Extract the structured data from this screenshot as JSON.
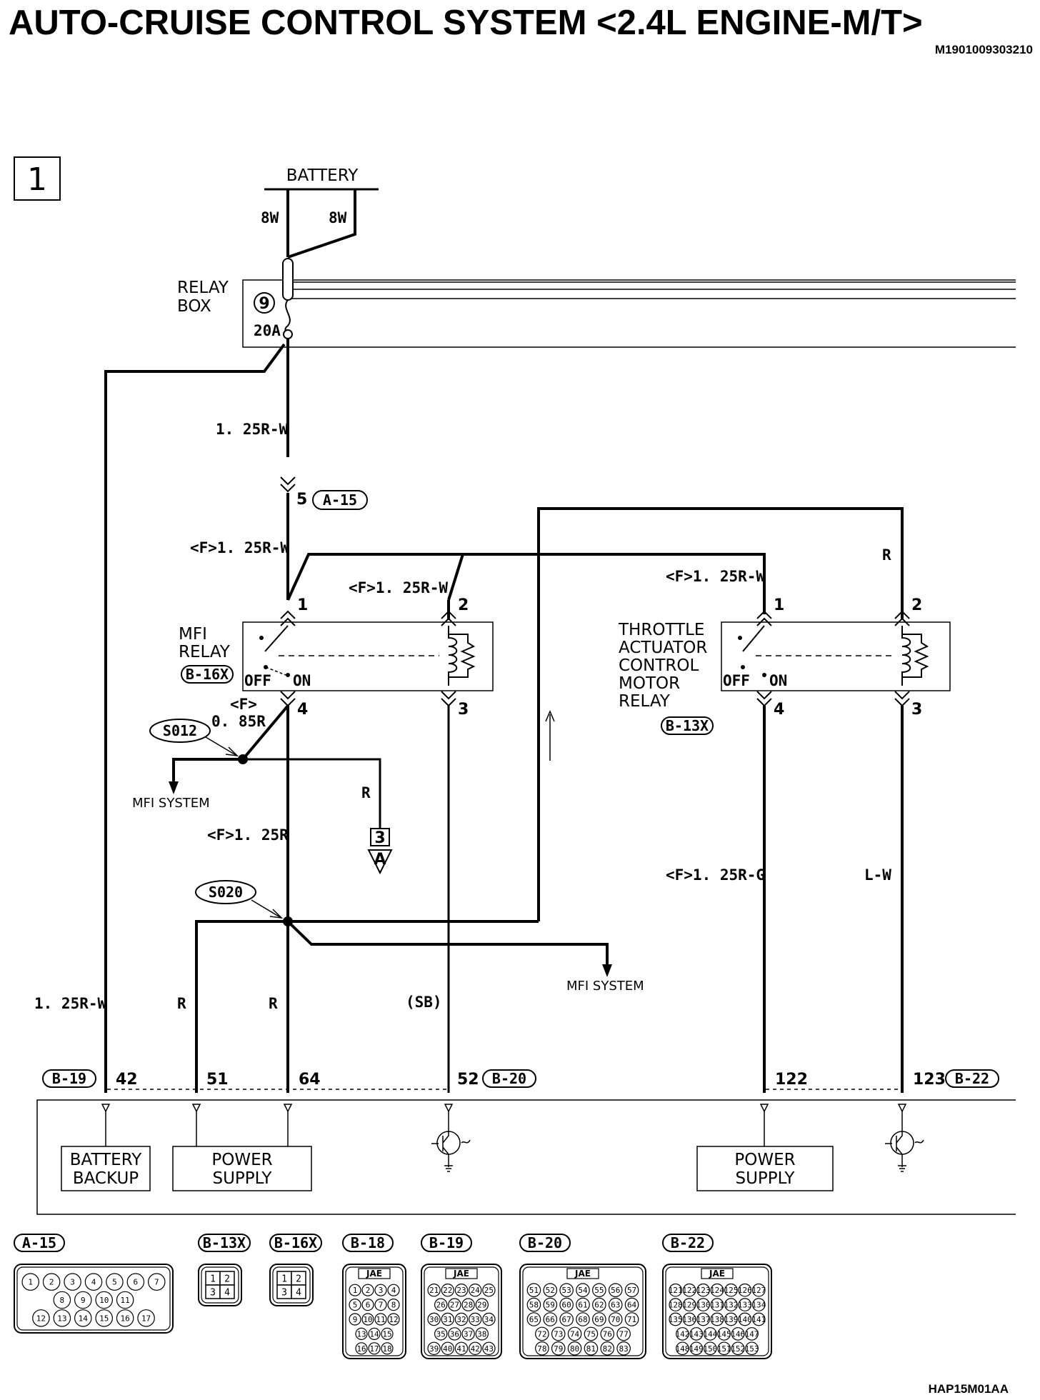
{
  "title": "AUTO-CRUISE CONTROL SYSTEM <2.4L ENGINE-M/T>",
  "doc_id": "M1901009303210",
  "page_number": "1",
  "footer_code": "HAP15M01AA",
  "battery": {
    "label": "BATTERY",
    "wire_left": "8W",
    "wire_right": "8W"
  },
  "relay_box": {
    "label_line1": "RELAY",
    "label_line2": "BOX",
    "fuse_number": "9",
    "fuse_rating": "20A"
  },
  "wires": {
    "main": "1. 25R-W",
    "main_pin": "5",
    "main_connector": "A-15",
    "mfi_pin1_wire": "<F>1. 25R-W",
    "mfi_pin2_wire": "<F>1. 25R-W",
    "throttle_pin1_wire": "<F>1. 25R-W",
    "throttle_pin2_wire": "R",
    "s012_wire_f": "<F>",
    "s012_wire": "0. 85R",
    "r_to_a": "R",
    "f125r": "<F>1. 25R",
    "throttle_pin4_wire": "<F>1. 25R-G",
    "throttle_pin3_wire": "L-W",
    "battery_backup_wire": "1. 25R-W",
    "pin51_wire": "R",
    "pin64_wire": "R",
    "pin52_wire": "(SB)"
  },
  "mfi_relay": {
    "label_line1": "MFI",
    "label_line2": "RELAY",
    "connector": "B-16X",
    "off_label": "OFF",
    "on_label": "ON",
    "pin1": "1",
    "pin2": "2",
    "pin3": "3",
    "pin4": "4"
  },
  "throttle_relay": {
    "label_line1": "THROTTLE",
    "label_line2": "ACTUATOR",
    "label_line3": "CONTROL",
    "label_line4": "MOTOR",
    "label_line5": "RELAY",
    "connector": "B-13X",
    "off_label": "OFF",
    "on_label": "ON",
    "pin1": "1",
    "pin2": "2",
    "pin3": "3",
    "pin4": "4"
  },
  "splices": {
    "s012": "S012",
    "s020": "S020"
  },
  "mfi_system_1": "MFI SYSTEM",
  "mfi_system_2": "MFI SYSTEM",
  "ref_box": {
    "number": "3",
    "letter": "A"
  },
  "ecu": {
    "connector_left": "B-19",
    "connector_mid": "B-20",
    "connector_right": "B-22",
    "pins": {
      "p42": "42",
      "p51": "51",
      "p64": "64",
      "p52": "52",
      "p122": "122",
      "p123": "123"
    },
    "battery_backup_line1": "BATTERY",
    "battery_backup_line2": "BACKUP",
    "power_supply_line1": "POWER",
    "power_supply_line2": "SUPPLY",
    "power_supply2_line1": "POWER",
    "power_supply2_line2": "SUPPLY"
  },
  "connector_views": [
    {
      "id": "A-15",
      "pins": [
        "1",
        "2",
        "3",
        "4",
        "5",
        "6",
        "7",
        "8",
        "9",
        "10",
        "11",
        "12",
        "13",
        "14",
        "15",
        "16",
        "17"
      ]
    },
    {
      "id": "B-13X",
      "pins": [
        "1",
        "2",
        "3",
        "4"
      ]
    },
    {
      "id": "B-16X",
      "pins": [
        "1",
        "2",
        "3",
        "4"
      ]
    },
    {
      "id": "B-18",
      "jae": "JAE",
      "pins": [
        "1",
        "2",
        "3",
        "4",
        "5",
        "6",
        "7",
        "8",
        "9",
        "10",
        "11",
        "12",
        "13",
        "14",
        "15",
        "16",
        "17",
        "18"
      ]
    },
    {
      "id": "B-19",
      "jae": "JAE",
      "pins": [
        "21",
        "22",
        "23",
        "24",
        "25",
        "26",
        "27",
        "28",
        "29",
        "30",
        "31",
        "32",
        "33",
        "34",
        "35",
        "36",
        "37",
        "38",
        "39",
        "40",
        "41",
        "42",
        "43"
      ]
    },
    {
      "id": "B-20",
      "jae": "JAE",
      "pins": [
        "51",
        "52",
        "53",
        "54",
        "55",
        "56",
        "57",
        "58",
        "59",
        "60",
        "61",
        "62",
        "63",
        "64",
        "65",
        "66",
        "67",
        "68",
        "69",
        "70",
        "71",
        "72",
        "73",
        "74",
        "75",
        "76",
        "77",
        "78",
        "79",
        "80",
        "81",
        "82",
        "83"
      ]
    },
    {
      "id": "B-22",
      "jae": "JAE",
      "pins": [
        "121",
        "122",
        "123",
        "124",
        "125",
        "126",
        "127",
        "128",
        "129",
        "130",
        "131",
        "132",
        "133",
        "134",
        "135",
        "136",
        "137",
        "138",
        "139",
        "140",
        "141",
        "142",
        "143",
        "144",
        "145",
        "146",
        "147",
        "148",
        "149",
        "150",
        "151",
        "152",
        "153"
      ]
    }
  ]
}
